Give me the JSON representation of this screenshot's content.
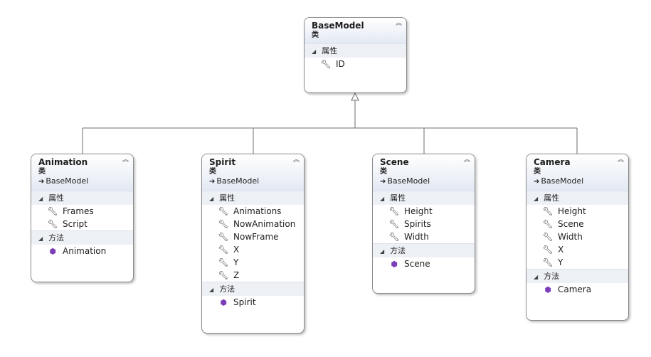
{
  "classes": {
    "basemodel": {
      "name": "BaseModel",
      "kind": "类",
      "sections": {
        "properties": "属性"
      },
      "properties": [
        "ID"
      ]
    },
    "animation": {
      "name": "Animation",
      "kind": "类",
      "base": "BaseModel",
      "sections": {
        "properties": "属性",
        "methods": "方法"
      },
      "properties": [
        "Frames",
        "Script"
      ],
      "methods": [
        "Animation"
      ]
    },
    "spirit": {
      "name": "Spirit",
      "kind": "类",
      "base": "BaseModel",
      "sections": {
        "properties": "属性",
        "methods": "方法"
      },
      "properties": [
        "Animations",
        "NowAnimation",
        "NowFrame",
        "X",
        "Y",
        "Z"
      ],
      "methods": [
        "Spirit"
      ]
    },
    "scene": {
      "name": "Scene",
      "kind": "类",
      "base": "BaseModel",
      "sections": {
        "properties": "属性",
        "methods": "方法"
      },
      "properties": [
        "Height",
        "Spirits",
        "Width"
      ],
      "methods": [
        "Scene"
      ]
    },
    "camera": {
      "name": "Camera",
      "kind": "类",
      "base": "BaseModel",
      "sections": {
        "properties": "属性",
        "methods": "方法"
      },
      "properties": [
        "Height",
        "Scene",
        "Width",
        "X",
        "Y"
      ],
      "methods": [
        "Camera"
      ]
    }
  },
  "icons": {
    "property": "wrench-icon",
    "method": "method-cube-icon",
    "collapse": "double-chevron-up-icon",
    "inherits": "arrow-right-icon"
  },
  "colors": {
    "header_gradient_end": "#e3e9f3",
    "section_bg": "#edf0f5",
    "border": "#8a8a8a",
    "method_icon": "#7d3fb8",
    "connector": "#6e6e6e"
  }
}
